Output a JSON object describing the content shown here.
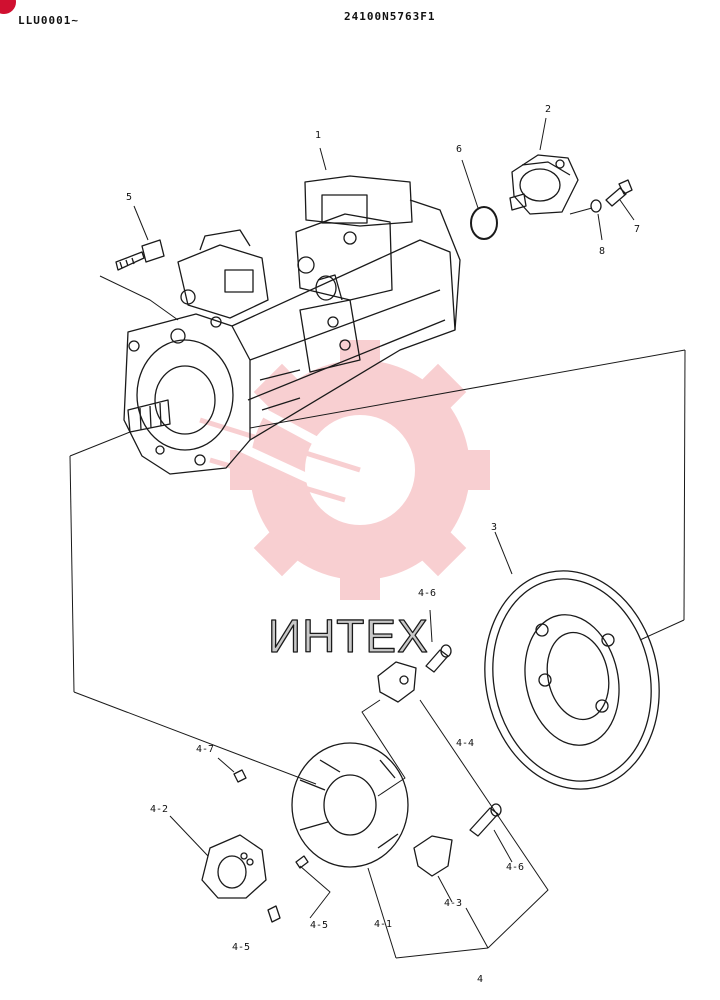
{
  "header": {
    "serial_range": "LLU0001~",
    "document_number": "24100N5763F1"
  },
  "watermark": {
    "text": "ИНТЕХ",
    "logo_color": "#f3a8ad",
    "text_color": "#c9c9c9"
  },
  "callouts": {
    "c1": "1",
    "c2": "2",
    "c3": "3",
    "c4": "4",
    "c5": "5",
    "c6": "6",
    "c7": "7",
    "c8": "8",
    "c4_1": "4-1",
    "c4_2": "4-2",
    "c4_3": "4-3",
    "c4_4": "4-4",
    "c4_5a": "4-5",
    "c4_5b": "4-5",
    "c4_6a": "4-6",
    "c4_6b": "4-6",
    "c4_7": "4-7"
  },
  "icons": {
    "corner_badge": "red-circle-icon",
    "watermark_logo": "gear-logo-icon"
  }
}
